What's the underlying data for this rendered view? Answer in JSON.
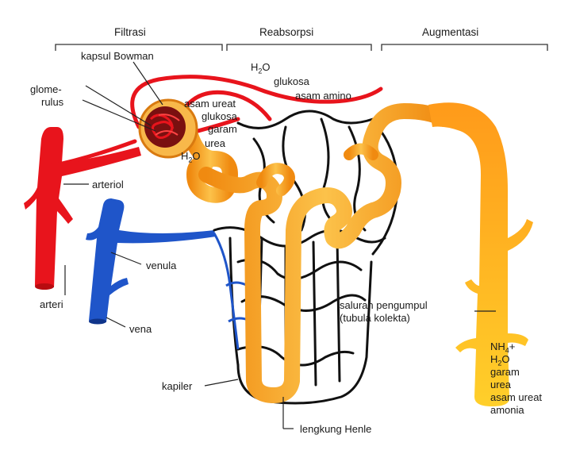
{
  "headers": {
    "filtrasi": "Filtrasi",
    "reabsorpsi": "Reabsorpsi",
    "augmentasi": "Augmentasi"
  },
  "labels": {
    "kapsul_bowman": "kapsul Bowman",
    "glome": "glome-",
    "rulus": "rulus",
    "arteriol": "arteriol",
    "arteri": "arteri",
    "venula": "venula",
    "vena": "vena",
    "kapiler": "kapiler",
    "lengkung_henle": "lengkung Henle",
    "saluran_pengumpul": "saluran pengumpul",
    "tubula_kolekta": "(tubula kolekta)"
  },
  "reabsorpsi_substances": {
    "h2o_main": "H",
    "h2o_sub": "2",
    "h2o_tail": "O",
    "glukosa": "glukosa",
    "asam_amino": "asam amino"
  },
  "filtrate": {
    "asam_ureat": "asam ureat",
    "glukosa": "glukosa",
    "garam": "garam",
    "urea": "urea",
    "h2o_main": "H",
    "h2o_sub": "2",
    "h2o_tail": "O"
  },
  "urine": {
    "nh_main": "NH",
    "nh_sub": "4",
    "nh_tail": "+",
    "h2o_main": "H",
    "h2o_sub": "2",
    "h2o_tail": "O",
    "garam": "garam",
    "urea": "urea",
    "asam_ureat": "asam ureat",
    "amonia": "amonia"
  },
  "colors": {
    "artery": "#e8141c",
    "vein": "#1f55c9",
    "tubule": "#f5a623",
    "capillary": "#111111"
  }
}
